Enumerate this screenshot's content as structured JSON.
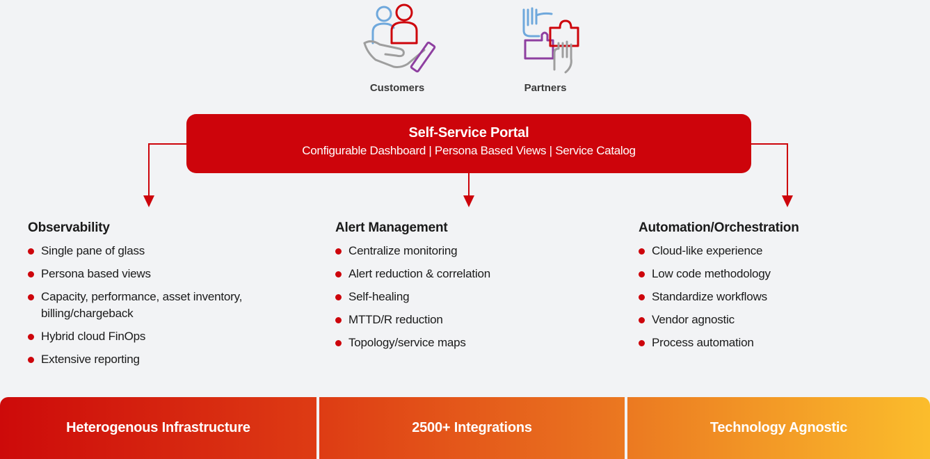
{
  "personas": [
    {
      "label": "Customers",
      "icon": "customers-hand-icon"
    },
    {
      "label": "Partners",
      "icon": "partners-puzzle-icon"
    }
  ],
  "portal": {
    "title": "Self-Service Portal",
    "subtitle": "Configurable Dashboard | Persona Based Views | Service Catalog"
  },
  "columns": [
    {
      "title": "Observability",
      "items": [
        "Single pane of glass",
        "Persona based views",
        "Capacity, performance, asset inventory, billing/chargeback",
        "Hybrid cloud FinOps",
        "Extensive reporting"
      ]
    },
    {
      "title": "Alert Management",
      "items": [
        "Centralize monitoring",
        "Alert reduction & correlation",
        "Self-healing",
        "MTTD/R reduction",
        "Topology/service maps"
      ]
    },
    {
      "title": "Automation/Orchestration",
      "items": [
        "Cloud-like experience",
        "Low code methodology",
        "Standardize workflows",
        "Vendor agnostic",
        "Process automation"
      ]
    }
  ],
  "footer": [
    {
      "label": "Heterogenous Infrastructure"
    },
    {
      "label": "2500+ Integrations"
    },
    {
      "label": "Technology Agnostic"
    }
  ],
  "colors": {
    "brand_red": "#cd040b",
    "icon_blue": "#6fa8dc",
    "icon_gray": "#9e9e9e",
    "icon_purple": "#8e3fa0",
    "gradient_start": "#cd0a0a",
    "gradient_end": "#fbbd2c",
    "background": "#f2f3f5"
  }
}
